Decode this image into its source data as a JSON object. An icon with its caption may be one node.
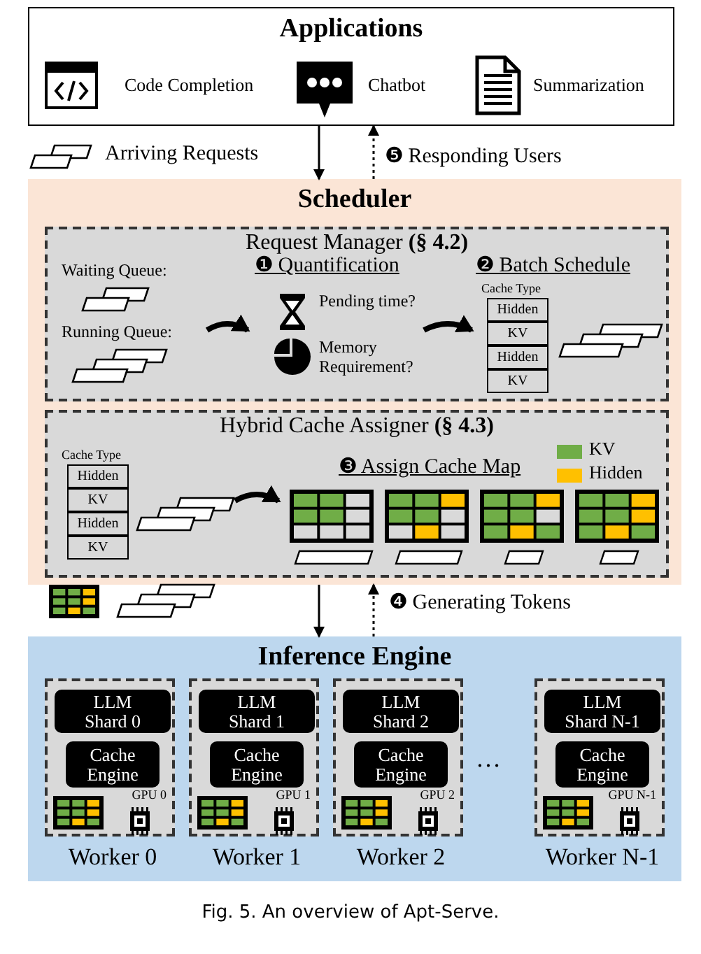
{
  "diagram": {
    "caption": "Fig. 5. An overview of Apt-Serve.",
    "nodes": [
      {
        "text": [
          "Applications"
        ]
      },
      {
        "text": [
          "Code Completion"
        ],
        "in": 0
      },
      {
        "text": [
          "Chatbot"
        ],
        "in": 0
      },
      {
        "text": [
          "Summarization"
        ],
        "in": 0
      },
      {
        "text": [
          "Scheduler"
        ]
      },
      {
        "text": [
          "Request Manager **(§ 4.2)**"
        ],
        "in": 4
      },
      {
        "text": [
          "Waiting Queue:",
          "Running Queue:"
        ],
        "in": 5
      },
      {
        "text": [
          "❶ Quantification",
          "Pending time?",
          "Memory Requirement?"
        ],
        "in": 5
      },
      {
        "text": [
          "❷ Batch Schedule",
          "Cache Type",
          "Hidden",
          "KV",
          "Hidden",
          "KV"
        ],
        "in": 5
      },
      {
        "text": [
          "Hybrid Cache Assigner **(§ 4.3)**"
        ],
        "in": 4
      },
      {
        "text": [
          "Cache Type",
          "Hidden",
          "KV",
          "Hidden",
          "KV"
        ],
        "in": 9
      },
      {
        "text": [
          "❸ Assign Cache Map"
        ],
        "in": 9
      },
      {
        "text": [
          "Inference Engine"
        ]
      },
      {
        "text": [
          "Worker 0"
        ],
        "in": 12
      },
      {
        "text": [
          "LLM Shard 0"
        ],
        "in": 13
      },
      {
        "text": [
          "Cache Engine"
        ],
        "in": 13
      },
      {
        "text": [
          "Worker 1"
        ],
        "in": 12
      },
      {
        "text": [
          "LLM Shard 1"
        ],
        "in": 16
      },
      {
        "text": [
          "Cache Engine"
        ],
        "in": 16
      },
      {
        "text": [
          "Worker 2"
        ],
        "in": 12
      },
      {
        "text": [
          "LLM Shard 2"
        ],
        "in": 19
      },
      {
        "text": [
          "Cache Engine"
        ],
        "in": 19
      },
      {
        "text": [
          "Worker N-1"
        ],
        "in": 12
      },
      {
        "text": [
          "LLM Shard N-1"
        ],
        "in": 22
      },
      {
        "text": [
          "Cache Engine"
        ],
        "in": 22
      }
    ],
    "edges": [
      {
        "from": 0,
        "to": 4,
        "arrow": "to",
        "label": "Arriving Requests"
      },
      {
        "from": 4,
        "to": 0,
        "arrow": "to",
        "style": "dashed",
        "label": "❺ Responding Users"
      },
      {
        "from": 4,
        "to": 12,
        "arrow": "to"
      },
      {
        "from": 12,
        "to": 4,
        "arrow": "to",
        "style": "dashed",
        "label": "❹ Generating Tokens"
      },
      {
        "from": 6,
        "to": 7,
        "arrow": "to",
        "style": "thick"
      },
      {
        "from": 7,
        "to": 8,
        "arrow": "to",
        "style": "thick"
      },
      {
        "from": 10,
        "to": 11,
        "arrow": "to",
        "style": "thick"
      }
    ],
    "labels": [
      "GPU 0",
      "GPU 1",
      "GPU 2",
      "…",
      "GPU N-1"
    ],
    "legend": [
      {
        "text": "KV",
        "color": "#70ad47"
      },
      {
        "text": "Hidden",
        "color": "#ffc000"
      }
    ]
  }
}
